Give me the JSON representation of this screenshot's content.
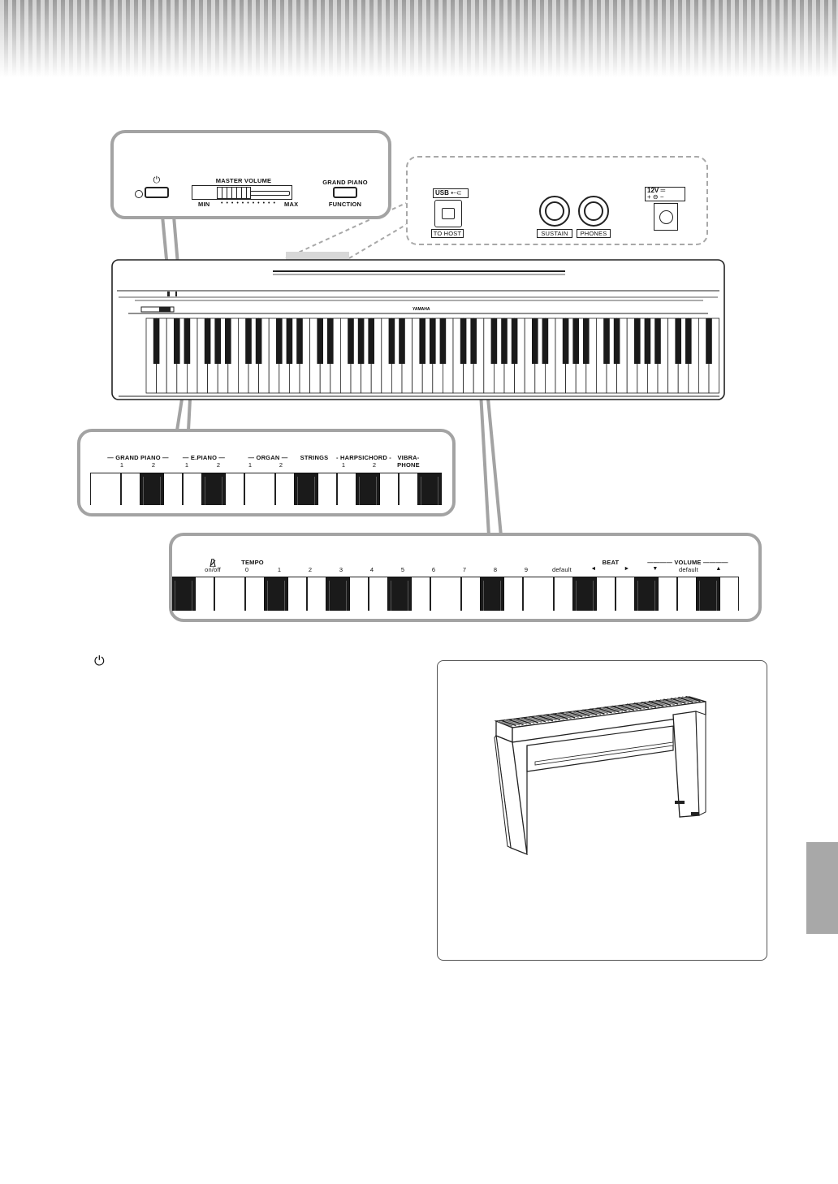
{
  "panel_controls": {
    "power_symbol": "⏻",
    "master_volume": "MASTER VOLUME",
    "min": "MIN",
    "max": "MAX",
    "grand_piano": "GRAND PIANO",
    "function": "FUNCTION"
  },
  "connectors": {
    "usb": "USB",
    "to_host": "TO HOST",
    "sustain": "SUSTAIN",
    "phones": "PHONES",
    "dc_in": "12V"
  },
  "voice_keys": {
    "groups": [
      "GRAND PIANO",
      "E.PIANO",
      "ORGAN",
      "STRINGS",
      "HARPSICHORD",
      "VIBRA-",
      "PHONE"
    ],
    "nums": [
      "1",
      "2",
      "1",
      "2",
      "1",
      "2",
      "1",
      "2"
    ]
  },
  "function_keys": {
    "metronome_icon": "metronome-icon",
    "on_off": "on/off",
    "tempo": "TEMPO",
    "digits": [
      "0",
      "1",
      "2",
      "3",
      "4",
      "5",
      "6",
      "7",
      "8",
      "9"
    ],
    "default": "default",
    "beat": "BEAT",
    "beat_left": "◄",
    "beat_right": "►",
    "volume": "VOLUME",
    "vol_down": "▼",
    "vol_default": "default",
    "vol_up": "▲"
  },
  "body_note": {
    "power_symbol": "⏻"
  },
  "colors": {
    "callout_border": "#a3a3a3",
    "side_tab": "#a8a8a8"
  }
}
